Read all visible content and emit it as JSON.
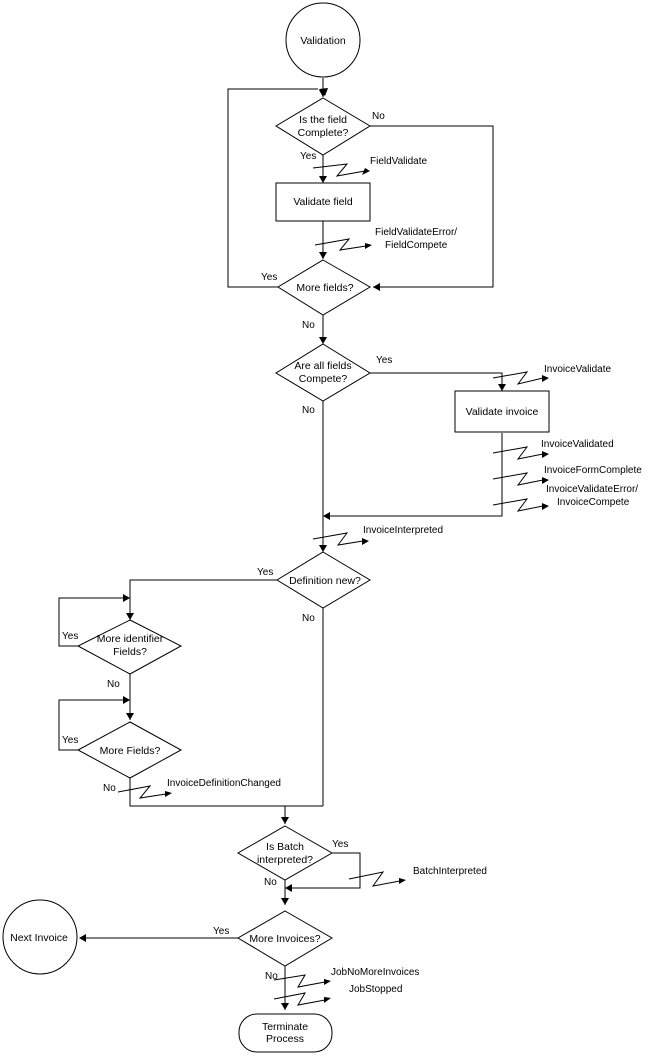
{
  "diagram": {
    "type": "flowchart",
    "nodes": {
      "validation": "Validation",
      "field_complete_q": [
        "Is the field",
        "Complete?"
      ],
      "validate_field": "Validate field",
      "more_fields_q": "More fields?",
      "all_fields_q": [
        "Are all fields",
        "Compete?"
      ],
      "validate_invoice": "Validate invoice",
      "definition_new_q": "Definition new?",
      "more_identifier_q": [
        "More identifier",
        "Fields?"
      ],
      "more_fields2_q": "More Fields?",
      "batch_interpreted_q": [
        "Is Batch",
        "interpreted?"
      ],
      "more_invoices_q": "More Invoices?",
      "next_invoice": "Next Invoice",
      "terminate": [
        "Terminate",
        "Process"
      ]
    },
    "edge_labels": {
      "yes": "Yes",
      "no": "No"
    },
    "events": {
      "field_validate": "FieldValidate",
      "field_validate_error": [
        "FieldValidateError/",
        "FieldCompete"
      ],
      "invoice_validate": "InvoiceValidate",
      "invoice_validated": "InvoiceValidated",
      "invoice_form_complete": "InvoiceFormComplete",
      "invoice_validate_error": [
        "InvoiceValidateError/",
        "InvoiceCompete"
      ],
      "invoice_interpreted": "InvoiceInterpreted",
      "invoice_definition_changed": "InvoiceDefinitionChanged",
      "batch_interpreted": "BatchInterpreted",
      "job_no_more_invoices": "JobNoMoreInvoices",
      "job_stopped": "JobStopped"
    }
  }
}
